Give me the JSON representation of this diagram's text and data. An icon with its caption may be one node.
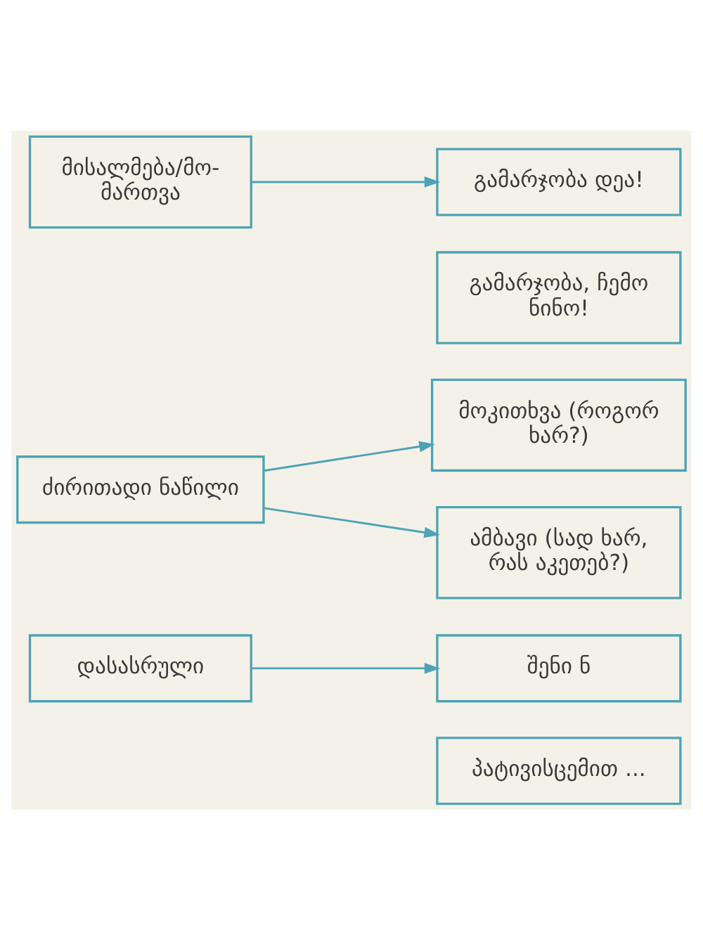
{
  "diagram": {
    "nodes": [
      {
        "text": [
          "მისალმება/მო- მართვა"
        ]
      },
      {
        "text": [
          "გამარჯობა დეა!"
        ]
      },
      {
        "text": [
          "გამარჯობა, ჩემო ნინო!"
        ]
      },
      {
        "text": [
          "ძირითადი ნაწილი"
        ]
      },
      {
        "text": [
          "მოკითხვა (როგორ ხარ?)"
        ]
      },
      {
        "text": [
          "ამბავი (სად ხარ, რას აკეთებ?)"
        ]
      },
      {
        "text": [
          "დასასრული"
        ]
      },
      {
        "text": [
          "შენი ნ"
        ]
      },
      {
        "text": [
          "პატივისცემით ..."
        ]
      }
    ],
    "edges": [
      {
        "from": 0,
        "to": 1,
        "arrow": "to"
      },
      {
        "from": 3,
        "to": 4,
        "arrow": "to"
      },
      {
        "from": 3,
        "to": 5,
        "arrow": "to"
      },
      {
        "from": 6,
        "to": 7,
        "arrow": "to"
      }
    ]
  }
}
